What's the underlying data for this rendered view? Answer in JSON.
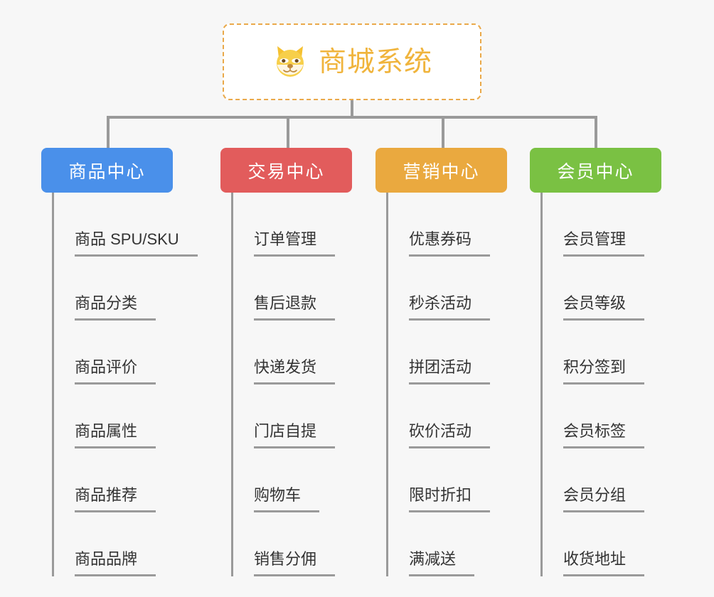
{
  "page": {
    "background_color": "#f7f7f7",
    "line_color": "#9a9a9a"
  },
  "root": {
    "title": "商城系统",
    "icon": "shiba-dog-face-icon",
    "border_color": "#eaa94a",
    "text_color": "#f0b43c",
    "background_color": "#ffffff"
  },
  "branches": [
    {
      "title": "商品中心",
      "color": "#4a90ea",
      "items": [
        "商品 SPU/SKU",
        "商品分类",
        "商品评价",
        "商品属性",
        "商品推荐",
        "商品品牌"
      ]
    },
    {
      "title": "交易中心",
      "color": "#e25c5c",
      "items": [
        "订单管理",
        "售后退款",
        "快递发货",
        "门店自提",
        "购物车",
        "销售分佣"
      ]
    },
    {
      "title": "营销中心",
      "color": "#eaa93f",
      "items": [
        "优惠券码",
        "秒杀活动",
        "拼团活动",
        "砍价活动",
        "限时折扣",
        "满减送"
      ]
    },
    {
      "title": "会员中心",
      "color": "#7ac143",
      "items": [
        "会员管理",
        "会员等级",
        "积分签到",
        "会员标签",
        "会员分组",
        "收货地址"
      ]
    }
  ]
}
